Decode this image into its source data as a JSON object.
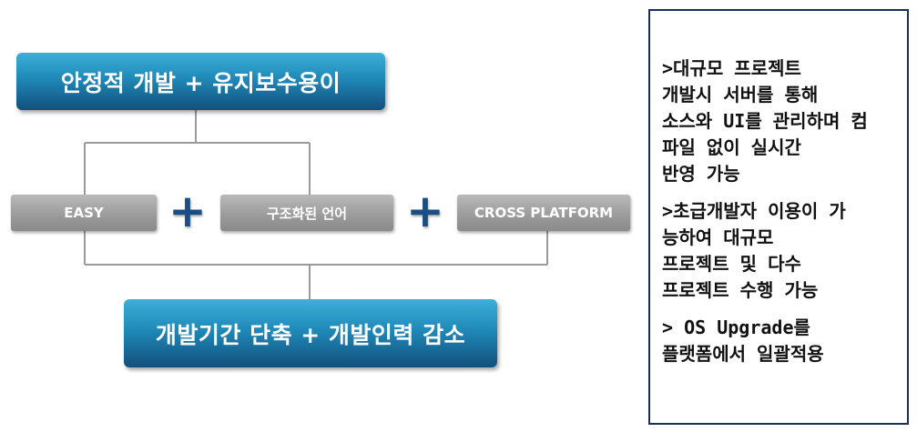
{
  "diagram": {
    "top_box": "안정적 개발 + 유지보수용이",
    "features": [
      "EASY",
      "구조화된 언어",
      "CROSS PLATFORM"
    ],
    "plus_symbol": "+",
    "bottom_box": "개발기간 단축 + 개발인력 감소",
    "colors": {
      "blue_top": "#3db0d8",
      "blue_bottom": "#124f7c",
      "gray": "#9a9a9a",
      "plus": "#1b4f83",
      "panel_border": "#1a2e5c",
      "connector": "#9a9a9a"
    }
  },
  "notes": [
    {
      "lines": [
        ">대규모 프로젝트",
        "개발시 서버를 통해",
        "소스와 UI를 관리하며 컴",
        "파일 없이 실시간",
        "반영 가능"
      ]
    },
    {
      "lines": [
        ">초급개발자 이용이 가",
        "능하여 대규모",
        "프로젝트 및 다수",
        "프로젝트 수행 가능"
      ]
    },
    {
      "lines": [
        "> OS Upgrade를",
        "플랫폼에서 일괄적용"
      ]
    }
  ]
}
